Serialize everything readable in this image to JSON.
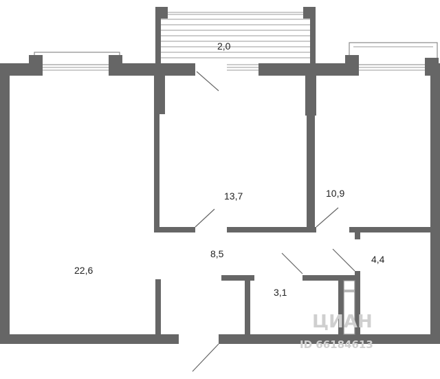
{
  "rooms": {
    "balcony": "2,0",
    "bedroom": "13,7",
    "kitchen": "10,9",
    "living": "22,6",
    "hall": "8,5",
    "bathroom": "4,4",
    "toilet": "3,1"
  },
  "watermark": {
    "brand": "ЦИАН",
    "id": "ID 66184613"
  },
  "colors": {
    "wall": "#666666",
    "window": "#9a9a9a",
    "background": "#ffffff"
  }
}
